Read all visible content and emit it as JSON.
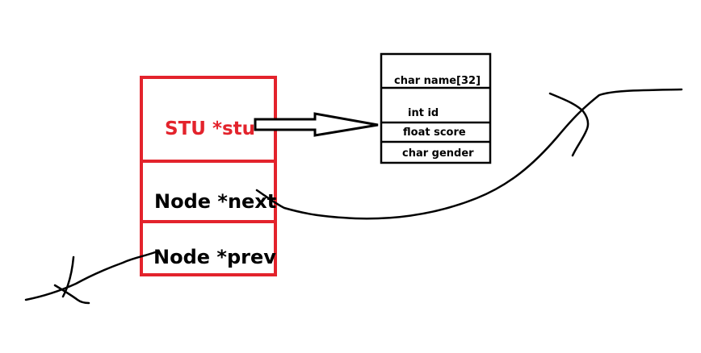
{
  "colors": {
    "node_border": "#e3232c",
    "stu_text": "#e3232c",
    "ink": "#000000"
  },
  "node": {
    "stu_field": "STU *stu",
    "next_field": "Node *next",
    "prev_field": "Node *prev"
  },
  "stu_struct": {
    "fields": [
      "char name[32]",
      "int id",
      "float score",
      "char gender"
    ]
  }
}
